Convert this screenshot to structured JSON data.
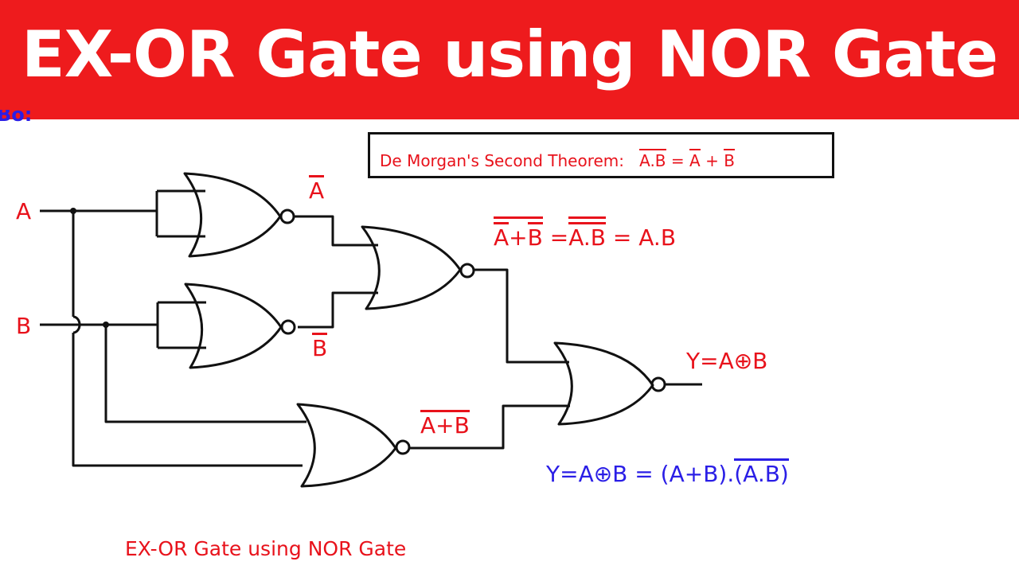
{
  "banner": {
    "title": "EX-OR Gate using NOR Gate",
    "background": "#ee1b1d"
  },
  "partial_text": "Bo:",
  "theorem": {
    "label": "De Morgan's Second Theorem:",
    "lhs": "A.B",
    "eq": "=",
    "a": "A",
    "plus": "+",
    "b": "B"
  },
  "inputs": {
    "a": "A",
    "b": "B"
  },
  "labels": {
    "not_a": "A",
    "not_b": "B",
    "gate3_out": {
      "a": "A",
      "plus": "+",
      "b": "B",
      "eq1": "=",
      "ab": "A.B",
      "eq2": "= A.B"
    },
    "gate5_out": "A+B",
    "output": "Y=A⊕B"
  },
  "formula": {
    "lhs": "Y=A⊕B = (A+B).",
    "barred": "(A.B)",
    "color": "#2a1ee6"
  },
  "caption": "EX-OR Gate using NOR Gate",
  "colors": {
    "label": "#e8121b",
    "wire": "#111111"
  }
}
